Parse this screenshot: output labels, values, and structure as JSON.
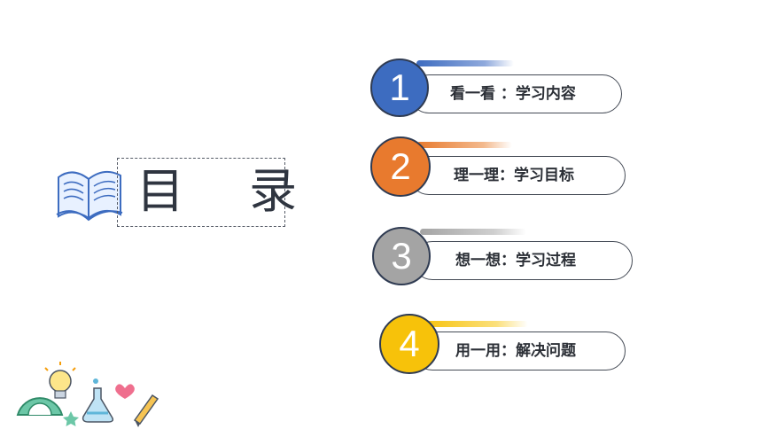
{
  "title": "目 录",
  "items": [
    {
      "number": "1",
      "label": "看一看 ：学习内容",
      "color": "#3d6cc0",
      "stripe": "#8fa9dc"
    },
    {
      "number": "2",
      "label": "理一理：学习目标",
      "color": "#e87a2e",
      "stripe": "#f3b98d"
    },
    {
      "number": "3",
      "label": "想一想：学习过程",
      "color": "#a4a4a4",
      "stripe": "#cfcfcf"
    },
    {
      "number": "4",
      "label": "用一用：解决问题",
      "color": "#f7c20a",
      "stripe": "#fbe07b"
    }
  ],
  "icons": {
    "book": "open-book-icon",
    "decoration": [
      "protractor-icon",
      "lightbulb-icon",
      "flask-icon",
      "heart-icon",
      "pencil-icon",
      "star-icon"
    ]
  }
}
